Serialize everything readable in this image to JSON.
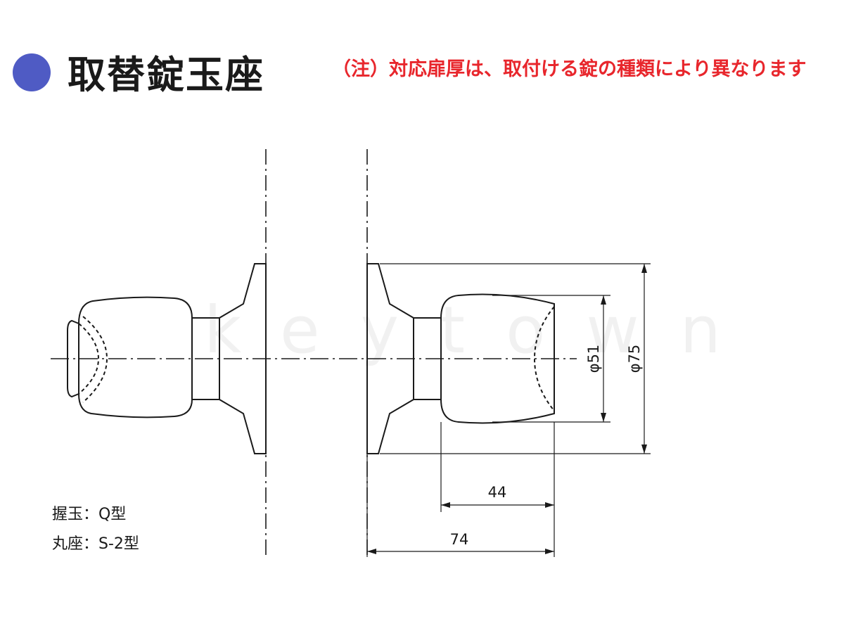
{
  "header": {
    "title": "取替錠玉座",
    "note": "（注）対応扉厚は、取付ける錠の種類により異なります"
  },
  "specs": {
    "knob": "握玉：Q型",
    "rosette": "丸座：S-2型"
  },
  "dimensions": {
    "knob_diameter": "φ51",
    "rosette_diameter": "φ75",
    "knob_length": "44",
    "overall_length": "74"
  },
  "watermark": "keytown",
  "colors": {
    "accent_dot": "#4f5bc4",
    "note_red": "#e8262c"
  }
}
